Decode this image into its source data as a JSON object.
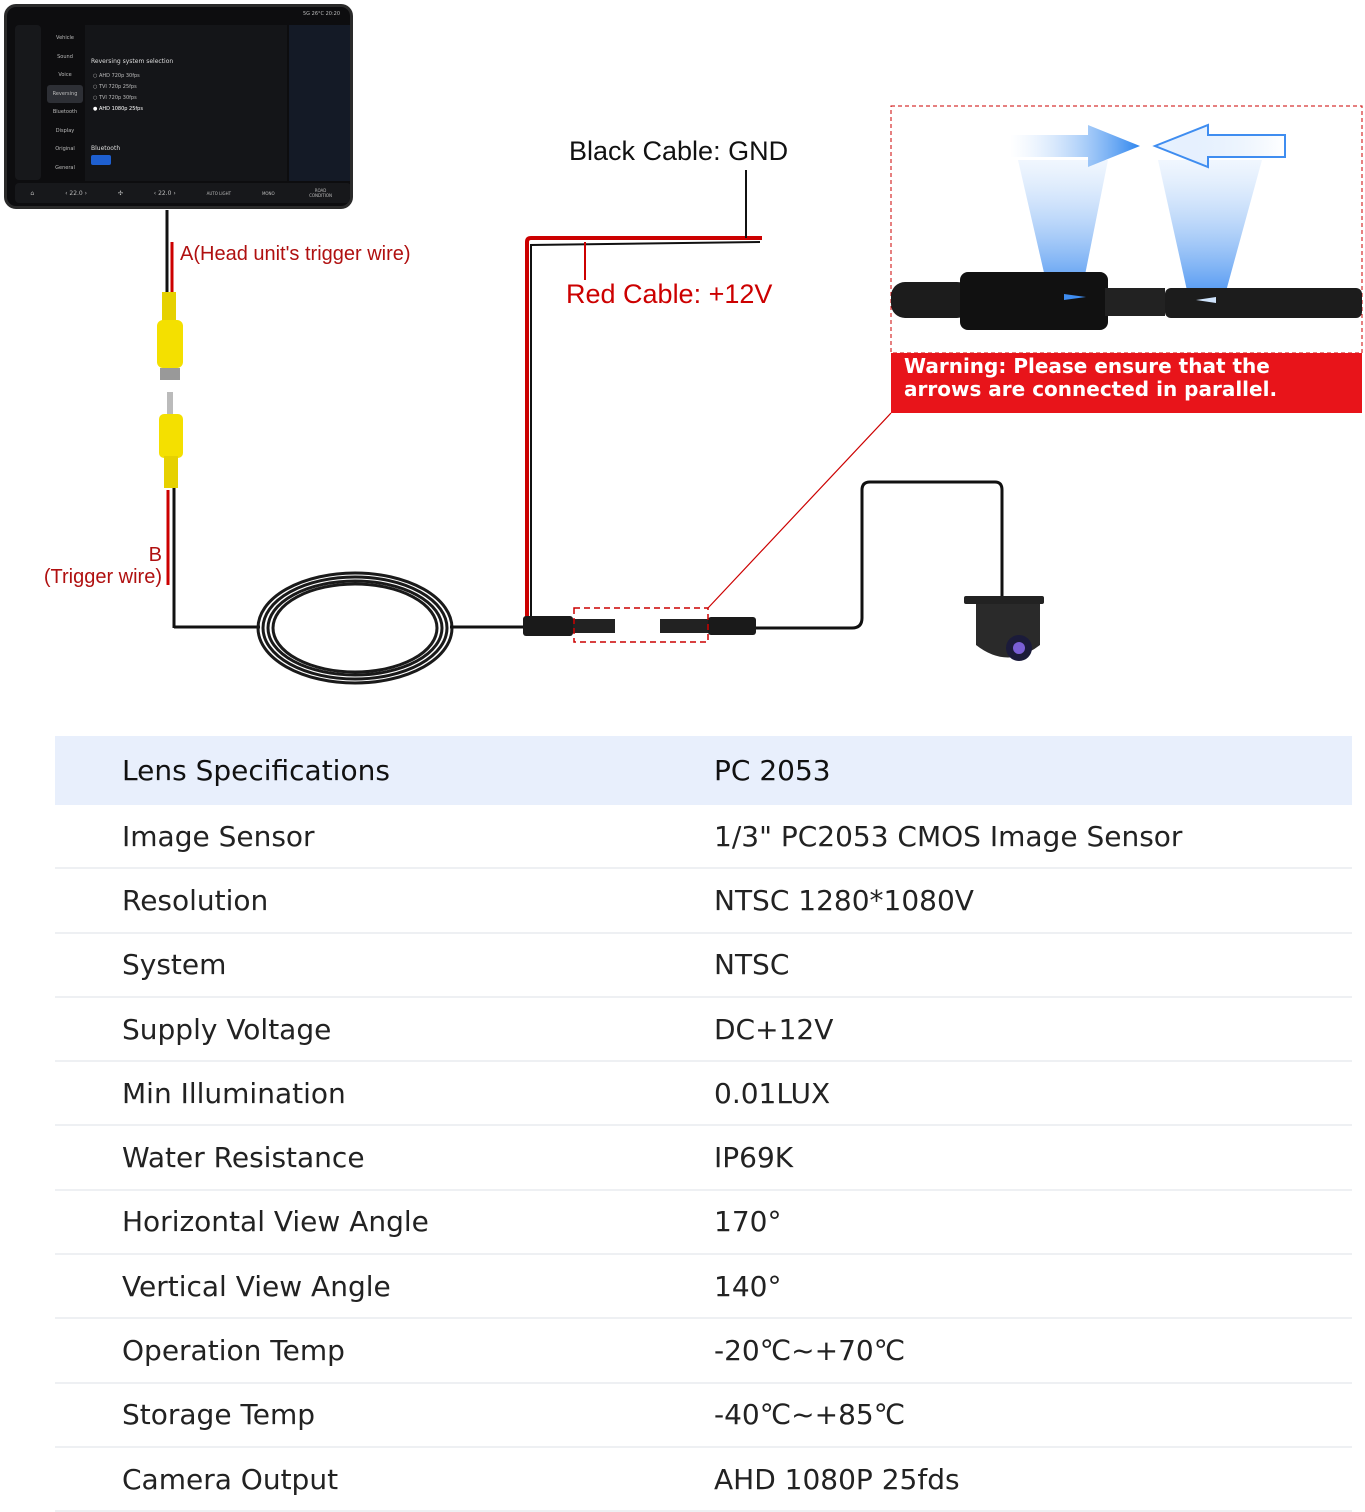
{
  "head_unit": {
    "menu": [
      "Vehicle",
      "Sound",
      "Voice",
      "Reversing",
      "Bluetooth",
      "Display",
      "Original",
      "General"
    ],
    "selected_menu": "Reversing",
    "panel_title": "Reversing system selection",
    "options": [
      "AHD 720p 30fps",
      "TVI 720p 25fps",
      "TVI 720p 30fps",
      "AHD 1080p 25fps"
    ],
    "selected_option": "AHD 1080p 25fps",
    "bluetooth_label": "Bluetooth",
    "status": "5G 26°C 20:20",
    "temp_left": "22.0",
    "temp_right": "22.0",
    "bottom_buttons": [
      "AUTO LIGHT",
      "MONO",
      "ROAD CONDITION"
    ]
  },
  "labels": {
    "black_cable": "Black Cable: GND",
    "red_cable": "Red Cable: +12V",
    "trigger_a": "A(Head unit's trigger wire)",
    "trigger_b_line1": "B",
    "trigger_b_line2": "(Trigger wire)",
    "warning": "Warning: Please ensure that the arrows are connected in parallel."
  },
  "colors": {
    "red": "#e8141a",
    "wire_red": "#cc0000",
    "header_bg": "#e8effc"
  },
  "specs": {
    "header": [
      "Lens Specifications",
      "PC 2053"
    ],
    "rows": [
      [
        "Image Sensor",
        "1/3\" PC2053 CMOS Image Sensor"
      ],
      [
        "Resolution",
        "NTSC 1280*1080V"
      ],
      [
        "System",
        "NTSC"
      ],
      [
        "Supply Voltage",
        "DC+12V"
      ],
      [
        "Min Illumination",
        "0.01LUX"
      ],
      [
        "Water Resistance",
        "IP69K"
      ],
      [
        "Horizontal View Angle",
        "170°"
      ],
      [
        "Vertical View Angle",
        "140°"
      ],
      [
        "Operation Temp",
        "-20℃~+70℃"
      ],
      [
        "Storage Temp",
        "-40℃~+85℃"
      ],
      [
        "Camera Output",
        "AHD 1080P 25fds"
      ]
    ]
  }
}
